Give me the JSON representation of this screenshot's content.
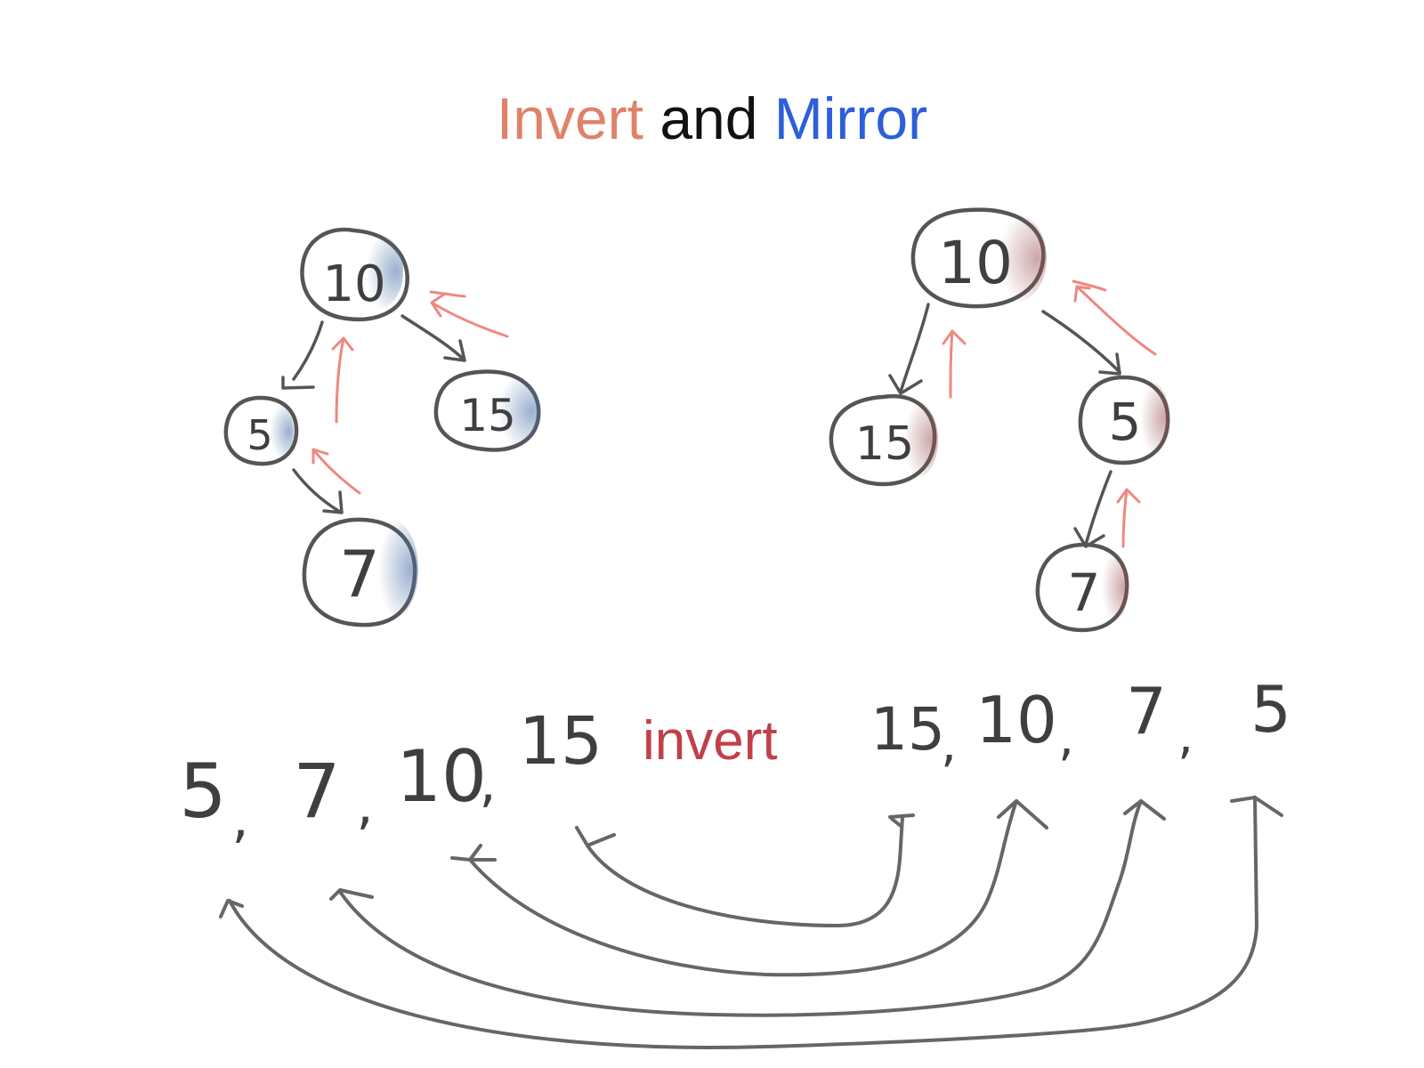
{
  "title": {
    "word1": "Invert",
    "word2": " and ",
    "word3": "Mirror",
    "color1": "#e0826a",
    "color2": "#111111",
    "color3": "#2d5fd9"
  },
  "middle_label": {
    "text": "invert",
    "color": "#c0404a"
  },
  "colors": {
    "pencil": "#555555",
    "arrow_red": "#ee8880",
    "shade_blue": "#4a6fa5",
    "shade_red": "#9a5050"
  },
  "left_tree": {
    "root": "10",
    "left": "5",
    "right": "15",
    "left_right": "7",
    "shade": "blue"
  },
  "right_tree": {
    "root": "10",
    "left": "15",
    "right": "5",
    "right_left": "7",
    "shade": "red"
  },
  "sequence_before": [
    {
      "value": "5",
      "sep": ","
    },
    {
      "value": "7",
      "sep": ","
    },
    {
      "value": "10",
      "sep": ","
    },
    {
      "value": "15",
      "sep": ""
    }
  ],
  "sequence_after": [
    {
      "value": "15",
      "sep": ","
    },
    {
      "value": "10",
      "sep": ","
    },
    {
      "value": "7",
      "sep": ","
    },
    {
      "value": "5",
      "sep": ""
    }
  ]
}
